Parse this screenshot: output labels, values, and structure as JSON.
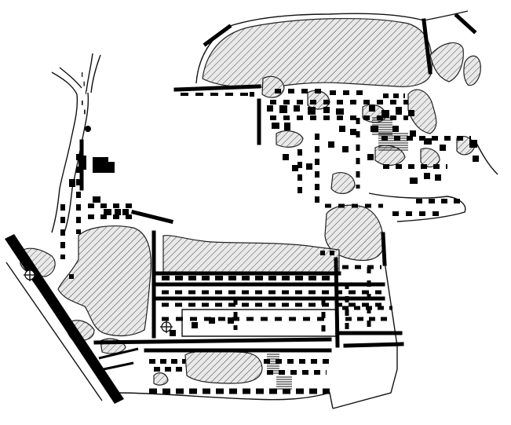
{
  "plan": {
    "kind": "architectural site plan",
    "style": "monochrome line drawing",
    "colors": {
      "background": "#ffffff",
      "ink": "#000000",
      "hatch": "#444444"
    },
    "legend_symbols": [
      "hatched-courtyard",
      "solid-wall-block",
      "well-symbol"
    ]
  }
}
